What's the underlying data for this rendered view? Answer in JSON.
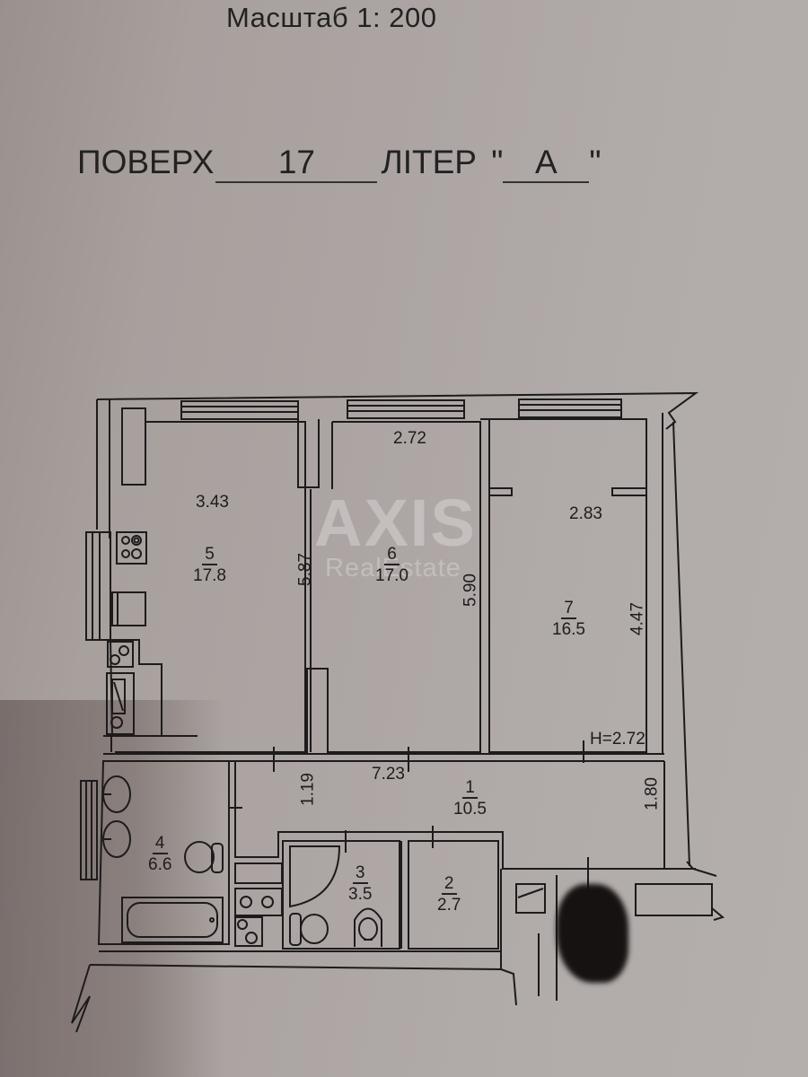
{
  "header": {
    "scale_label": "Масштаб 1: 200",
    "floor_label": "ПОВЕРХ",
    "floor_value": "17",
    "liter_label": "ЛІТЕР",
    "liter_value": "А",
    "quote_open": "\"",
    "quote_close": "\""
  },
  "watermark": {
    "brand": "AXIS",
    "subtitle": "RealEstate"
  },
  "plan": {
    "ceiling_height": "H=2.72",
    "rooms": [
      {
        "number": "1",
        "area": "10.5",
        "type": "hallway"
      },
      {
        "number": "2",
        "area": "2.7",
        "type": "storage"
      },
      {
        "number": "3",
        "area": "3.5",
        "type": "bathroom-shower"
      },
      {
        "number": "4",
        "area": "6.6",
        "type": "bathroom-tub"
      },
      {
        "number": "5",
        "area": "17.8",
        "type": "kitchen"
      },
      {
        "number": "6",
        "area": "17.0",
        "type": "room"
      },
      {
        "number": "7",
        "area": "16.5",
        "type": "room"
      }
    ],
    "dimensions": {
      "room5_width": "3.43",
      "room5_depth": "5.87",
      "room6_width": "2.72",
      "room6_depth": "5.90",
      "room7_width": "2.83",
      "room7_depth": "4.47",
      "hall_length": "7.23",
      "hall_width_left": "1.19",
      "hall_width_right": "1.80"
    }
  }
}
